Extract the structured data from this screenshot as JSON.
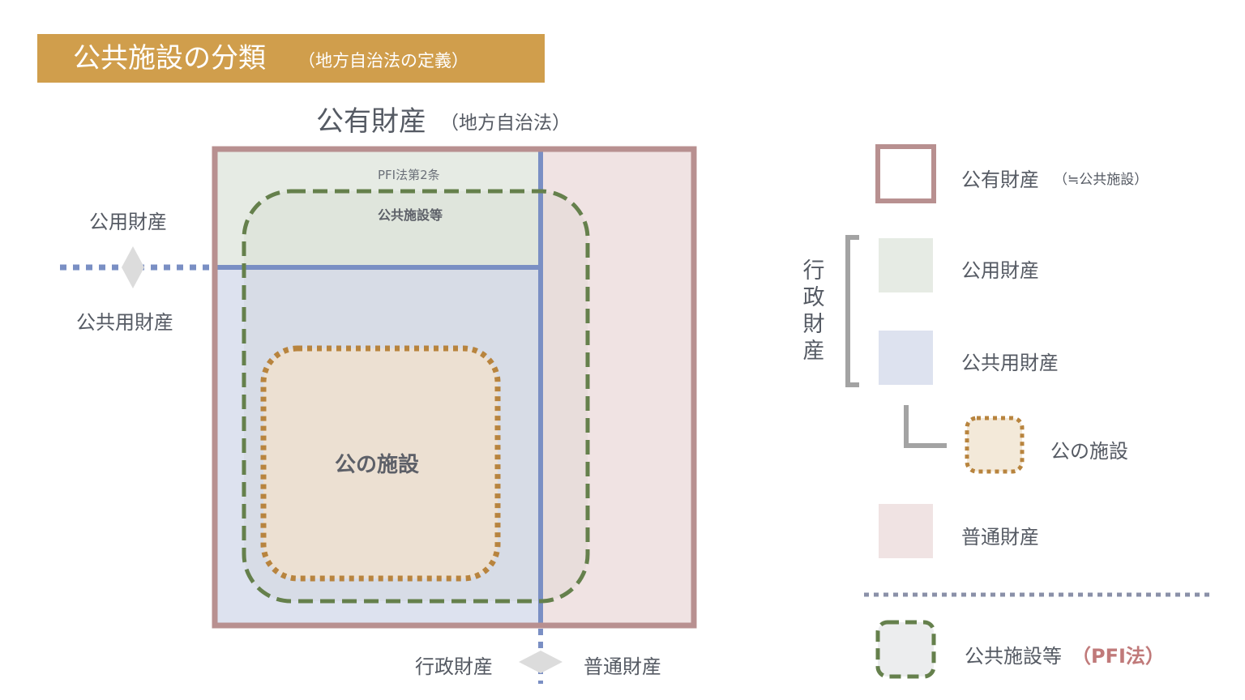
{
  "title": {
    "main": "公共施設の分類",
    "sub": "（地方自治法の定義）"
  },
  "heading": {
    "main": "公有財産",
    "sub": "（地方自治法）"
  },
  "diagram": {
    "pfi_article": "PFI法第2条",
    "public_facilities_etc": "公共施設等",
    "public_institution": "公の施設",
    "left_top_label": "公用財産",
    "left_bottom_label": "公共用財産",
    "bottom_left_label": "行政財産",
    "bottom_right_label": "普通財産"
  },
  "legend": {
    "public_property": "公有財産",
    "public_property_note": "（≒公共施設）",
    "group_label": "行政財産",
    "official_use": "公用財産",
    "public_use": "公共用財産",
    "public_institution": "公の施設",
    "general_property": "普通財産",
    "pfi_facilities": "公共施設等",
    "pfi_law": "（PFI法）"
  },
  "colors": {
    "title_bar": "#d09e4c",
    "outer_border": "#b89090",
    "official_use_fill": "#e6ebe4",
    "public_use_fill": "#dde2ef",
    "general_fill": "#f0e3e3",
    "divider_blue": "#7a8fc4",
    "green_dashed": "#65804c",
    "orange_dotted": "#b8843e",
    "institution_fill": "#ece0d2",
    "gray_bracket": "#a3a3a3",
    "legend_dotted": "#8a90a8"
  }
}
